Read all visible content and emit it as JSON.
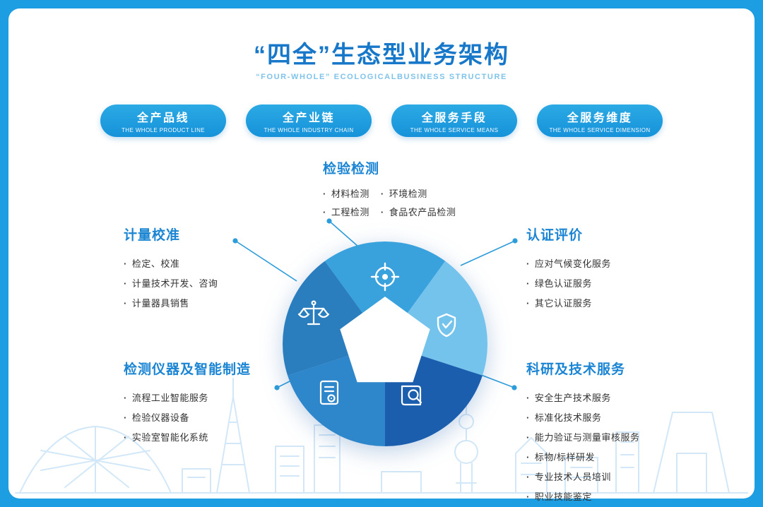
{
  "page": {
    "title": "“四全”生态型业务架构",
    "subtitle": "“FOUR-WHOLE” ECOLOGICALBUSINESS STRUCTURE"
  },
  "pills": [
    {
      "zh": "全产品线",
      "en": "THE WHOLE PRODUCT LINE"
    },
    {
      "zh": "全产业链",
      "en": "THE WHOLE INDUSTRY CHAIN"
    },
    {
      "zh": "全服务手段",
      "en": "THE WHOLE SERVICE MEANS"
    },
    {
      "zh": "全服务维度",
      "en": "THE WHOLE SERVICE DIMENSION"
    }
  ],
  "sections": {
    "top": {
      "title": "检验检测",
      "items_col1": [
        "材料检测",
        "工程检测"
      ],
      "items_col2": [
        "环境检测",
        "食品农产品检测"
      ]
    },
    "left_upper": {
      "title": "计量校准",
      "items": [
        "检定、校准",
        "计量技术开发、咨询",
        "计量器具销售"
      ]
    },
    "right_upper": {
      "title": "认证评价",
      "items": [
        "应对气候变化服务",
        "绿色认证服务",
        "其它认证服务"
      ]
    },
    "left_lower": {
      "title": "检测仪器及智能制造",
      "items": [
        "流程工业智能服务",
        "检验仪器设备",
        "实验室智能化系统"
      ]
    },
    "right_lower": {
      "title": "科研及技术服务",
      "items": [
        "安全生产技术服务",
        "标准化技术服务",
        "能力验证与测量审核服务",
        "标物/标样研发",
        "专业技术人员培训",
        "职业技能鉴定"
      ]
    }
  },
  "icons": {
    "wheel": [
      "target-icon",
      "scales-icon",
      "shield-check-icon",
      "certificate-icon",
      "book-search-icon"
    ]
  },
  "colors": {
    "frame": "#1D9EE3",
    "title": "#1777C8",
    "subtitle": "#7FC3EA",
    "pill": "#21A2E1",
    "heading": "#1B85D3",
    "body_text": "#333333",
    "wedge_top": "#39A2DC",
    "wedge_right": "#73C3ED",
    "wedge_bottom_right": "#1A5EAD",
    "wedge_bottom_left": "#2F87CB",
    "wedge_left": "#2B7EBE",
    "connector": "#2D9CDB",
    "skyline": "#C7E2F6"
  }
}
